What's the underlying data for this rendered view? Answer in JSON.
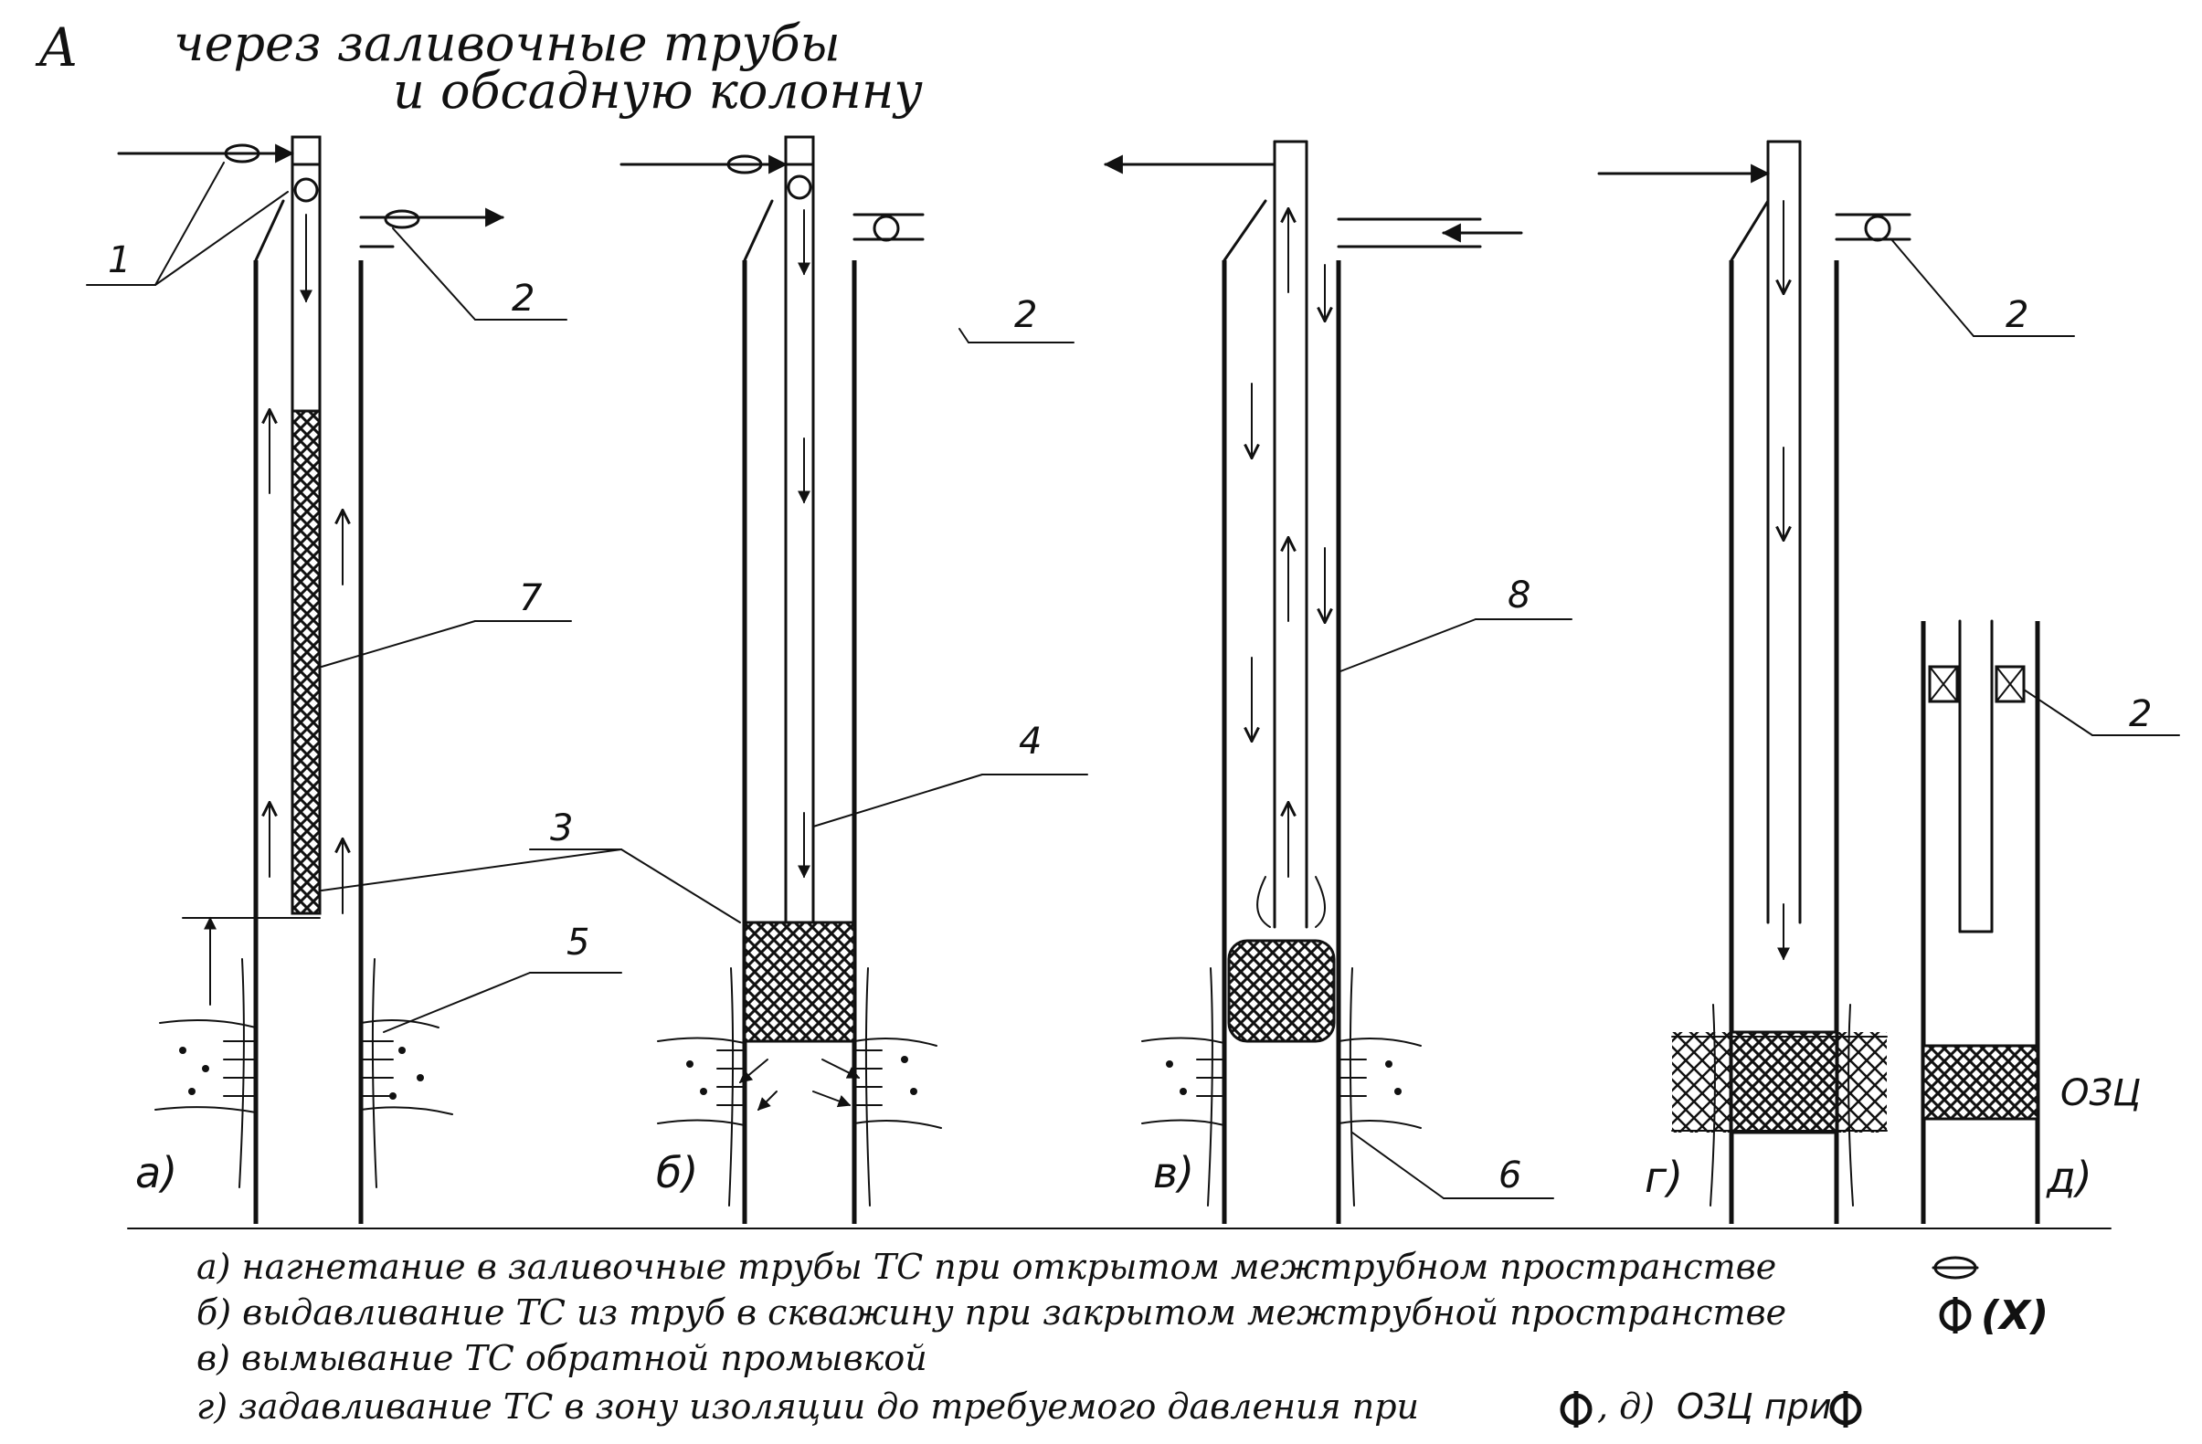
{
  "title": {
    "letter": "А",
    "line1": "через заливочные трубы",
    "line2": "и обсадную колонну"
  },
  "labels": {
    "l1": "1",
    "l2a": "2",
    "l2b": "2",
    "l2d": "2",
    "l2e": "2",
    "l3": "3",
    "l4": "4",
    "l5": "5",
    "l6": "6",
    "l7": "7",
    "l8": "8",
    "ozc": "ОЗЦ"
  },
  "panels": {
    "a": "а)",
    "b": "б)",
    "v": "в)",
    "g": "г)",
    "d": "д)"
  },
  "captions": {
    "a": "а) нагнетание в заливочные трубы ТС при открытом межтрубном пространстве",
    "b": "б) выдавливание ТС из труб в скважину при закрытом межтрубной пространстве",
    "b_sym": "(X)",
    "v": "в) вымывание ТС обратной промывкой",
    "g": "г) задавливание ТС в зону изоляции до требуемого давления при",
    "g_sep": ", д)",
    "g_ozc": "ОЗЦ при"
  }
}
